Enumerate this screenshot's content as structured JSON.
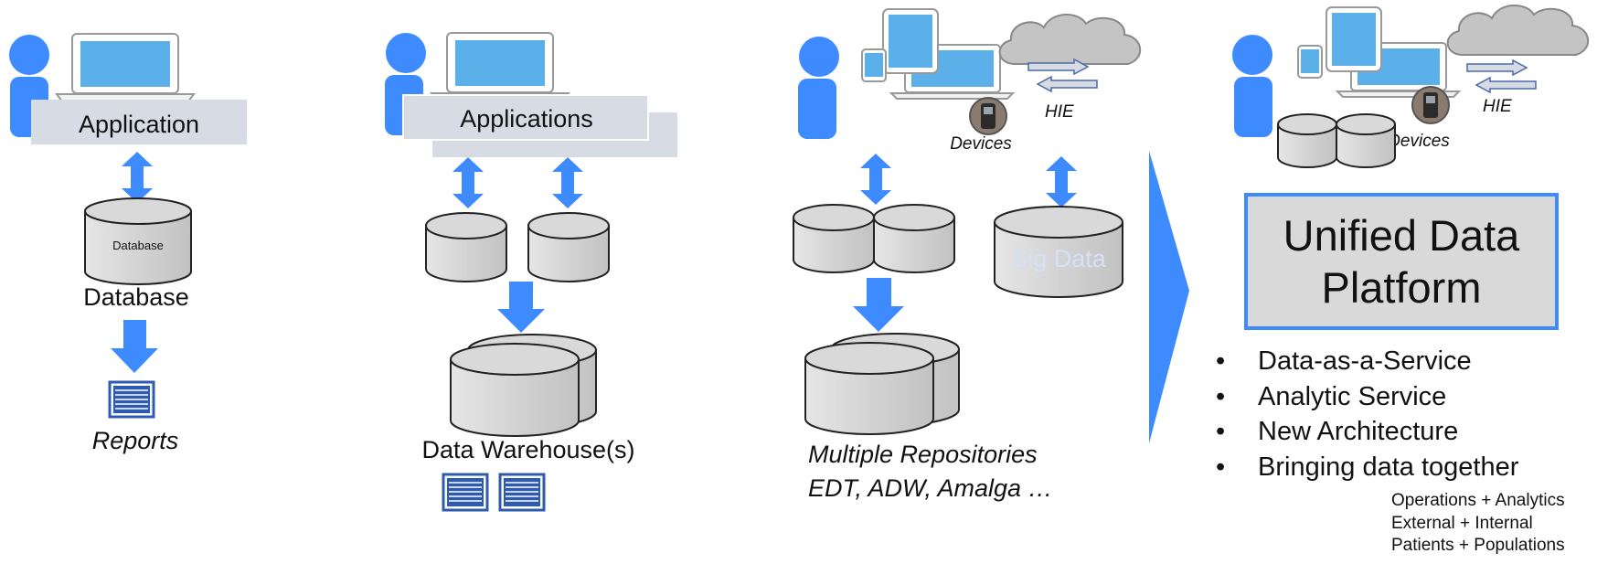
{
  "colors": {
    "accent": "#3d8bff",
    "person": "#3d8bff",
    "screen": "#5bb0ea",
    "app_bar": "#d6dbe4",
    "cylinder": "#d9d9d9",
    "cloud": "#c4c4c4",
    "arrow_outline": "#4b6aa8",
    "report": "#2e5bad"
  },
  "panel1": {
    "app_label": "Application",
    "db_inner_label": "Database",
    "db_label": "Database",
    "reports_label": "Reports"
  },
  "panel2": {
    "app_label": "Applications",
    "dw_label": "Data Warehouse(s)"
  },
  "panel3": {
    "hie_label": "HIE",
    "devices_label": "Devices",
    "bigdata_label": "Big Data",
    "repos_line1": "Multiple Repositories",
    "repos_line2": "EDT, ADW, Amalga …"
  },
  "panel4": {
    "hie_label": "HIE",
    "devices_label": "Devices",
    "platform_title": "Unified Data Platform",
    "bullets": [
      "Data-as-a-Service",
      "Analytic Service",
      "New Architecture",
      "Bringing data together"
    ],
    "subpoints": [
      "Operations + Analytics",
      "External + Internal",
      "Patients + Populations"
    ]
  },
  "icons": [
    "person-icon",
    "laptop-icon",
    "tablet-icon",
    "phone-icon",
    "cloud-icon",
    "device-phone-icon",
    "report-icon",
    "database-cylinder-icon"
  ]
}
